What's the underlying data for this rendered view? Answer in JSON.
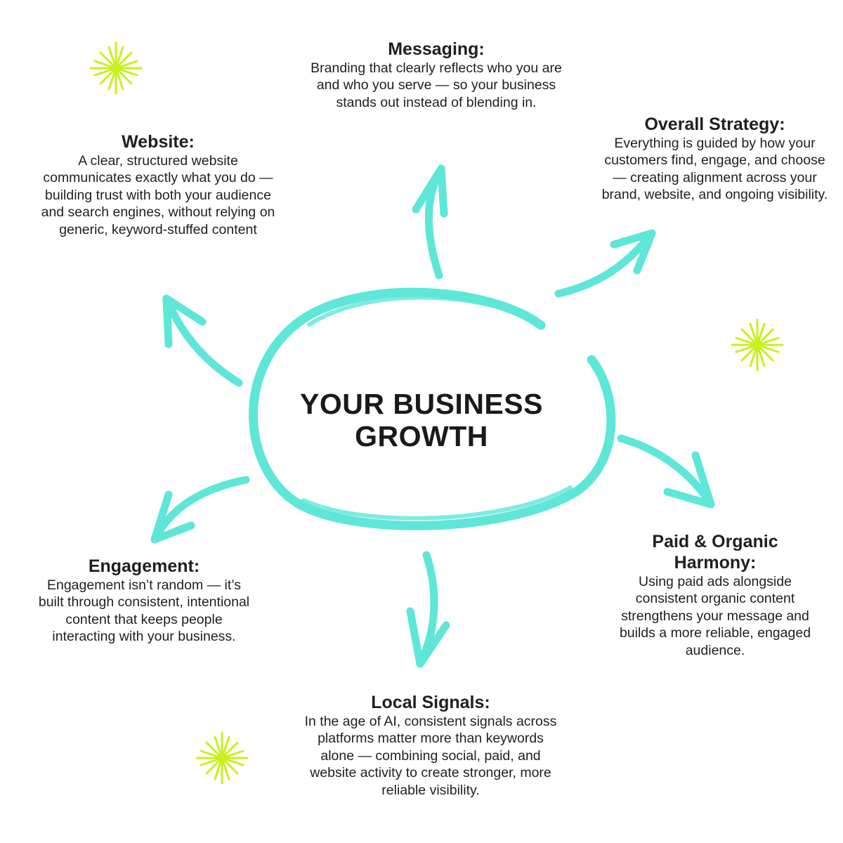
{
  "center": {
    "title": "YOUR BUSINESS GROWTH"
  },
  "colors": {
    "accent": "#5ee6d8",
    "sparkle": "#c6f11c",
    "text": "#1f1f1f"
  },
  "nodes": [
    {
      "id": "messaging",
      "title": "Messaging:",
      "body": "Branding that clearly reflects who you are and who you serve — so your business stands out instead of blending in."
    },
    {
      "id": "website",
      "title": "Website:",
      "body": "A clear, structured website communicates exactly what you do — building trust with both your audience and search engines, without relying on generic, keyword-stuffed content"
    },
    {
      "id": "overall-strategy",
      "title": "Overall Strategy:",
      "body": "Everything is guided by how your customers find, engage, and choose — creating alignment across your brand, website, and ongoing visibility."
    },
    {
      "id": "paid-organic",
      "title": "Paid & Organic Harmony:",
      "body": "Using paid ads alongside consistent organic content strengthens your message and builds a more reliable, engaged audience."
    },
    {
      "id": "engagement",
      "title": "Engagement:",
      "body": "Engagement isn’t random — it’s built through consistent, intentional content that keeps people interacting with your business."
    },
    {
      "id": "local-signals",
      "title": "Local Signals:",
      "body": "In the age of AI, consistent signals across platforms matter more than keywords alone — combining social, paid, and website activity to create stronger, more reliable visibility."
    }
  ]
}
